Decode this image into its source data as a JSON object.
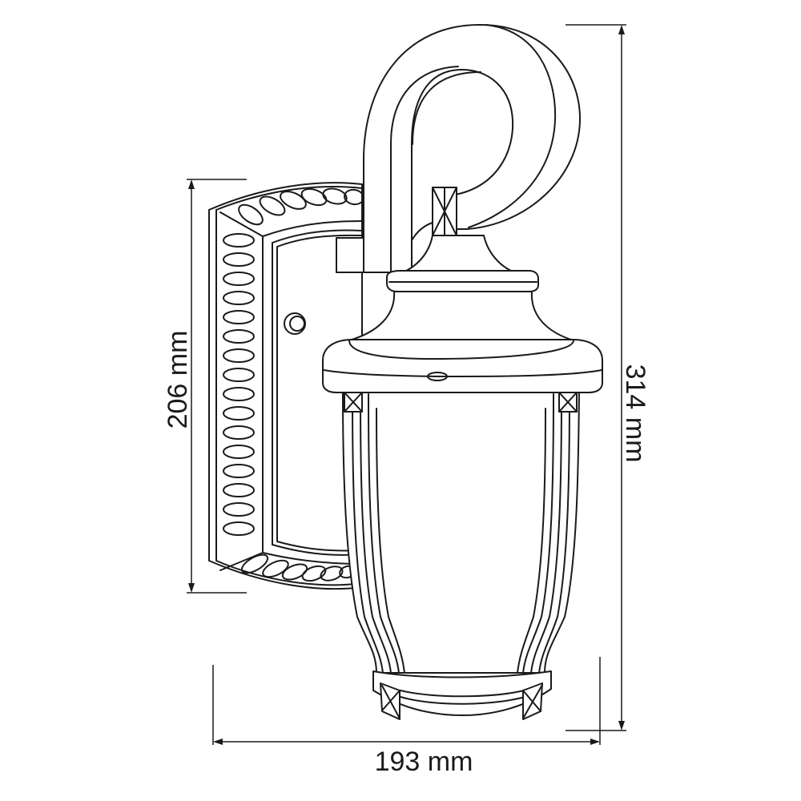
{
  "drawing": {
    "subject": "wall lantern technical dimension drawing",
    "line_color": "#1a1a1a",
    "background": "#ffffff"
  },
  "dimensions": {
    "bracket_height": {
      "value": 206,
      "unit": "mm",
      "label": "206 mm"
    },
    "total_height": {
      "value": 314,
      "unit": "mm",
      "label": "314 mm"
    },
    "total_width": {
      "value": 193,
      "unit": "mm",
      "label": "193 mm"
    }
  },
  "parts": [
    {
      "name": "wall-backplate",
      "description": "ornamented backplate with oval beading"
    },
    {
      "name": "mounting-knob",
      "description": "round screw knob on backplate"
    },
    {
      "name": "hook-arm",
      "description": "curved shepherd hook arm"
    },
    {
      "name": "cap-finial",
      "description": "top cap with collar"
    },
    {
      "name": "canopy-hood",
      "description": "flared canopy with screw"
    },
    {
      "name": "lantern-body",
      "description": "ribbed lantern cage with glass"
    },
    {
      "name": "bottom-band",
      "description": "bottom ring with decorative corner blocks"
    }
  ]
}
